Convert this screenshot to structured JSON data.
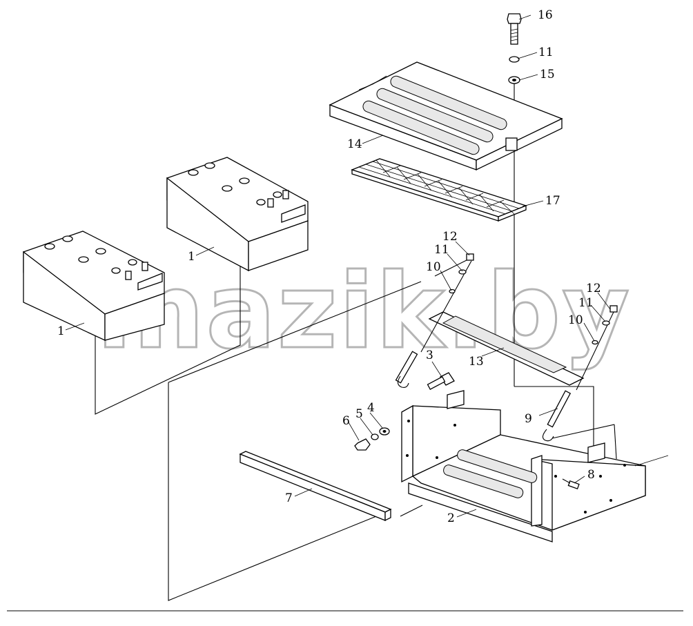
{
  "diagram": {
    "callouts": {
      "battery_left": "1",
      "battery_right": "1",
      "tray": "2",
      "bolt": "3",
      "washer_flat": "4",
      "washer_spring": "5",
      "nut": "6",
      "crossbar": "7",
      "small_bolt": "8",
      "rod_right": "9",
      "washer_10_left": "10",
      "washer_11_left": "11",
      "nut_12_left": "12",
      "washer_10_right": "10",
      "washer_11_right": "11",
      "nut_12_right": "12",
      "clamp_bar": "13",
      "cover": "14",
      "washer_15": "15",
      "washer_11_top": "11",
      "bolt_16": "16",
      "mat": "17"
    },
    "watermark": "mazik.by"
  }
}
